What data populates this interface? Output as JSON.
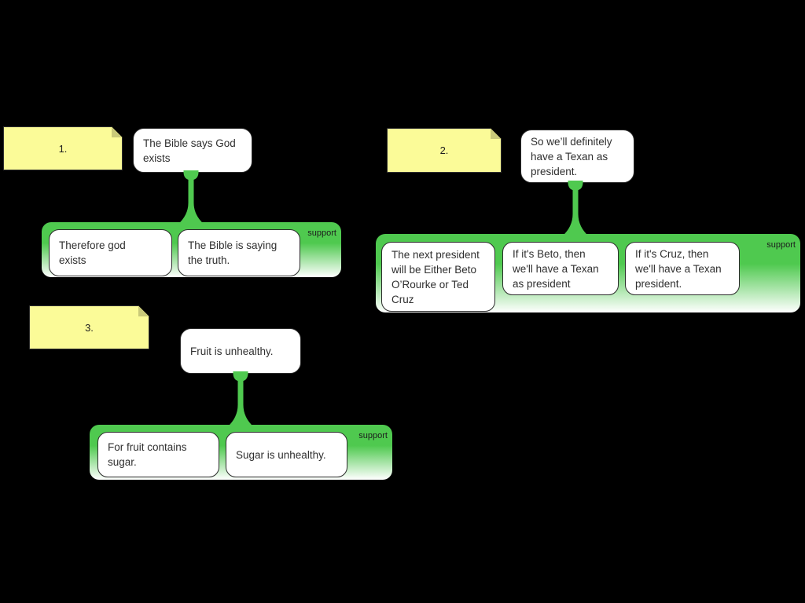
{
  "app": {
    "background": "#000000"
  },
  "labels": {
    "support": "support"
  },
  "colors": {
    "green": "#4fc94f",
    "note_yellow": "#fbfb98",
    "note_fold": "#c9c979"
  },
  "arguments": [
    {
      "note_number": "1.",
      "claim": "The Bible says God\nexists",
      "premises": [
        "Therefore god\nexists",
        "The Bible is saying\nthe truth."
      ]
    },
    {
      "note_number": "2.",
      "claim": "So we’ll definitely\nhave a Texan as\npresident.",
      "premises": [
        "The next president\nwill be Either Beto\nO’Rourke or Ted\nCruz",
        "If it's Beto, then\nwe'll have a Texan\nas president",
        "If it's Cruz, then\nwe'll have a Texan\npresident."
      ]
    },
    {
      "note_number": "3.",
      "claim": "Fruit is unhealthy.",
      "premises": [
        "For fruit contains\nsugar.",
        "Sugar is unhealthy."
      ]
    }
  ]
}
